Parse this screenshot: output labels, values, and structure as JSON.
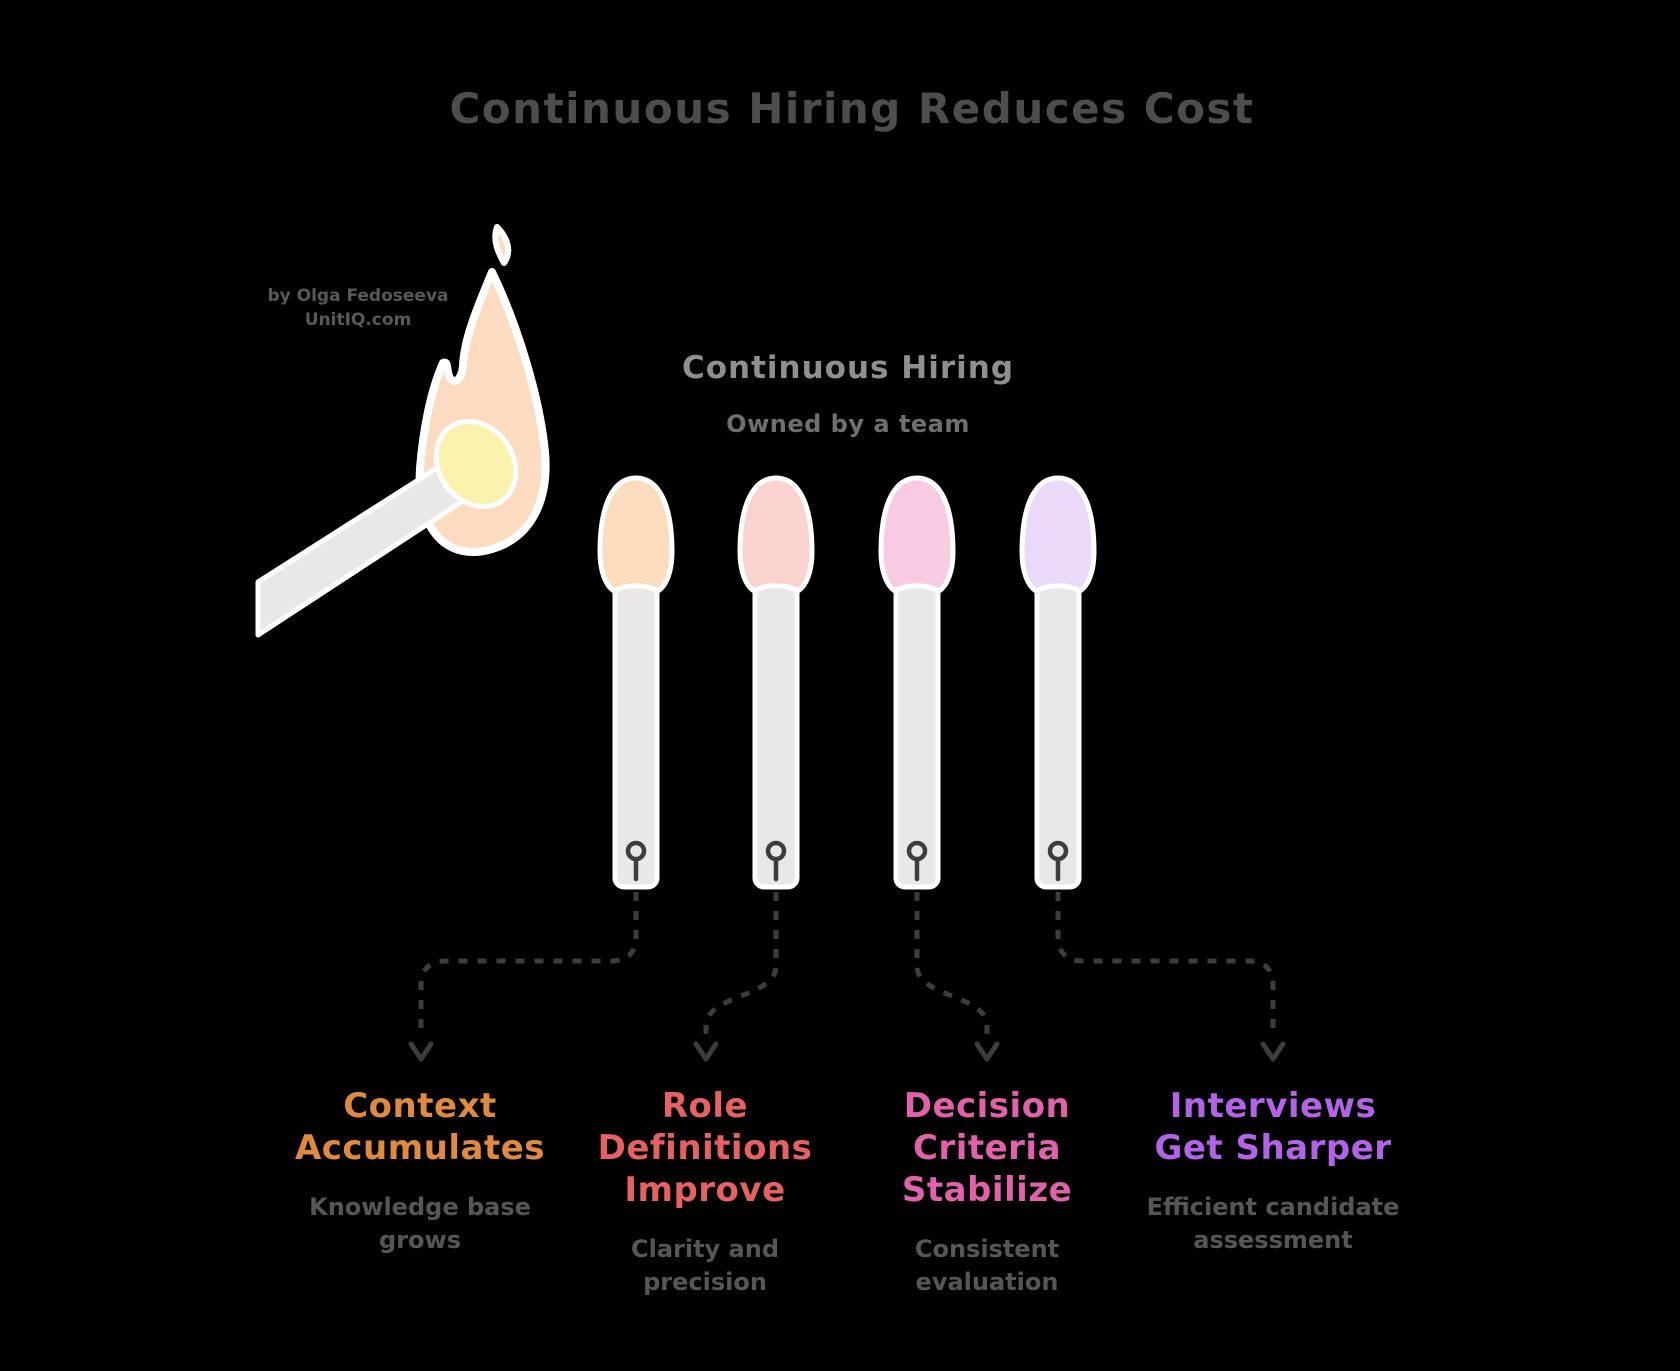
{
  "page": {
    "background": "#000000"
  },
  "title": "Continuous Hiring Reduces Cost",
  "credit": {
    "text": "by Olga Fedoseeva\nUnitIQ.com"
  },
  "center_heading": {
    "title": "Continuous Hiring",
    "subtitle": "Owned by a team"
  },
  "lit_match": {
    "flame_color": "#fbdcc1",
    "tip_color": "#faf3ae"
  },
  "matches": [
    {
      "name": "context",
      "head_color": "#fbddbd"
    },
    {
      "name": "role",
      "head_color": "#fad3cf"
    },
    {
      "name": "decision",
      "head_color": "#f9cbe3"
    },
    {
      "name": "interviews",
      "head_color": "#ead9f8"
    }
  ],
  "labels": [
    {
      "heading": "Context\nAccumulates",
      "color": "#df8a3e",
      "description": "Knowledge base\ngrows"
    },
    {
      "heading": "Role\nDefinitions\nImprove",
      "color": "#e66161",
      "description": "Clarity and\nprecision"
    },
    {
      "heading": "Decision\nCriteria\nStabilize",
      "color": "#e161ab",
      "description": "Consistent\nevaluation"
    },
    {
      "heading": "Interviews\nGet Sharper",
      "color": "#b263e8",
      "description": "Efficient candidate\nassessment"
    }
  ],
  "colors": {
    "stick": "#e9e7e7",
    "stick_outline": "#ffffff",
    "dash": "#3d3d3d",
    "title_text": "#4d4d4d",
    "subtitle_text": "#8f8f8f",
    "owned_text": "#6f6f6f",
    "description_text": "#565656"
  }
}
